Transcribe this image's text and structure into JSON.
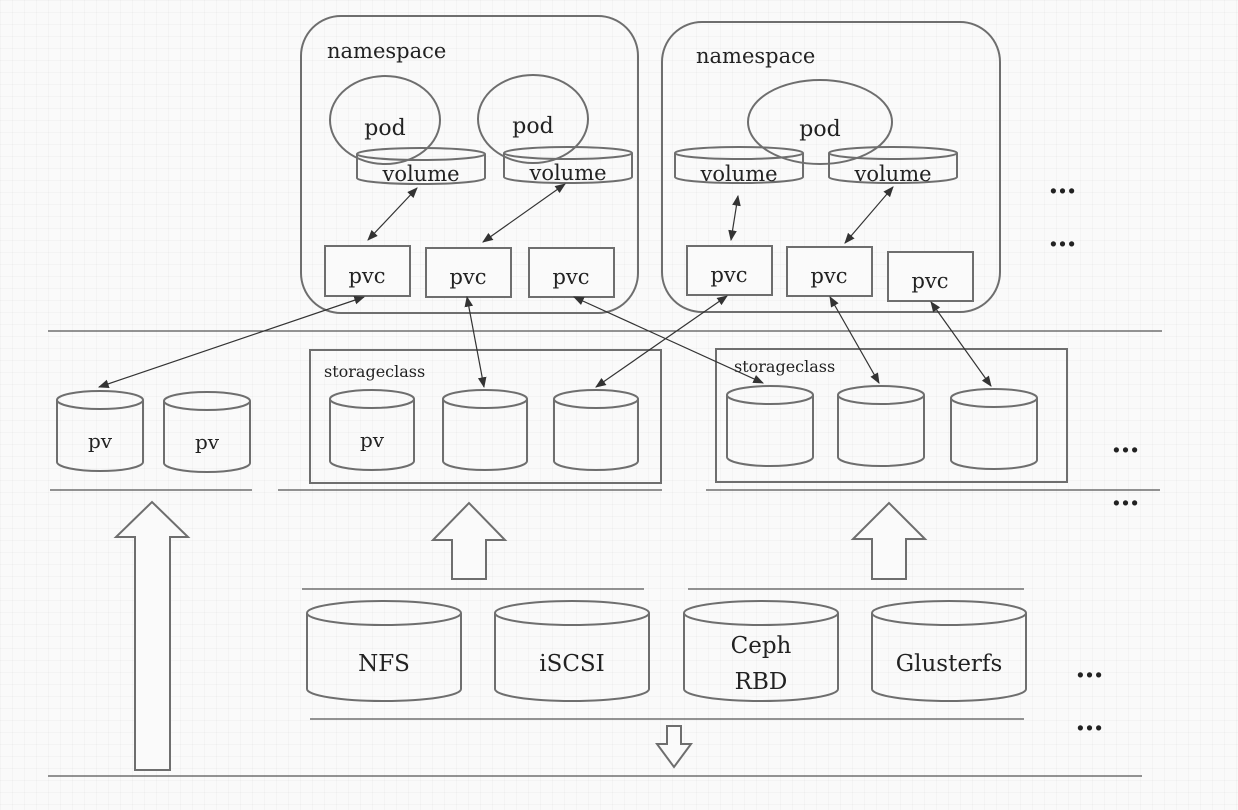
{
  "namespaces": [
    {
      "title": "namespace",
      "pods": [
        "pod",
        "pod"
      ],
      "volumes": [
        "volume",
        "volume"
      ],
      "pvcs": [
        "pvc",
        "pvc",
        "pvc"
      ]
    },
    {
      "title": "namespace",
      "pods": [
        "pod"
      ],
      "volumes": [
        "volume",
        "volume"
      ],
      "pvcs": [
        "pvc",
        "pvc",
        "pvc"
      ]
    }
  ],
  "static_pvs": [
    "pv",
    "pv"
  ],
  "storageclasses": [
    {
      "title": "storageclass",
      "pvs": [
        "pv",
        "",
        ""
      ]
    },
    {
      "title": "storageclass",
      "pvs": [
        "",
        "",
        ""
      ]
    }
  ],
  "backends": [
    {
      "lines": [
        "NFS"
      ]
    },
    {
      "lines": [
        "iSCSI"
      ]
    },
    {
      "lines": [
        "Ceph",
        "RBD"
      ]
    },
    {
      "lines": [
        "Glusterfs"
      ]
    }
  ],
  "ellipses": [
    "…",
    "…",
    "…",
    "…",
    "…",
    "…"
  ],
  "colors": {
    "stroke": "#6e6e6e",
    "arrow": "#333333",
    "text": "#222222"
  }
}
